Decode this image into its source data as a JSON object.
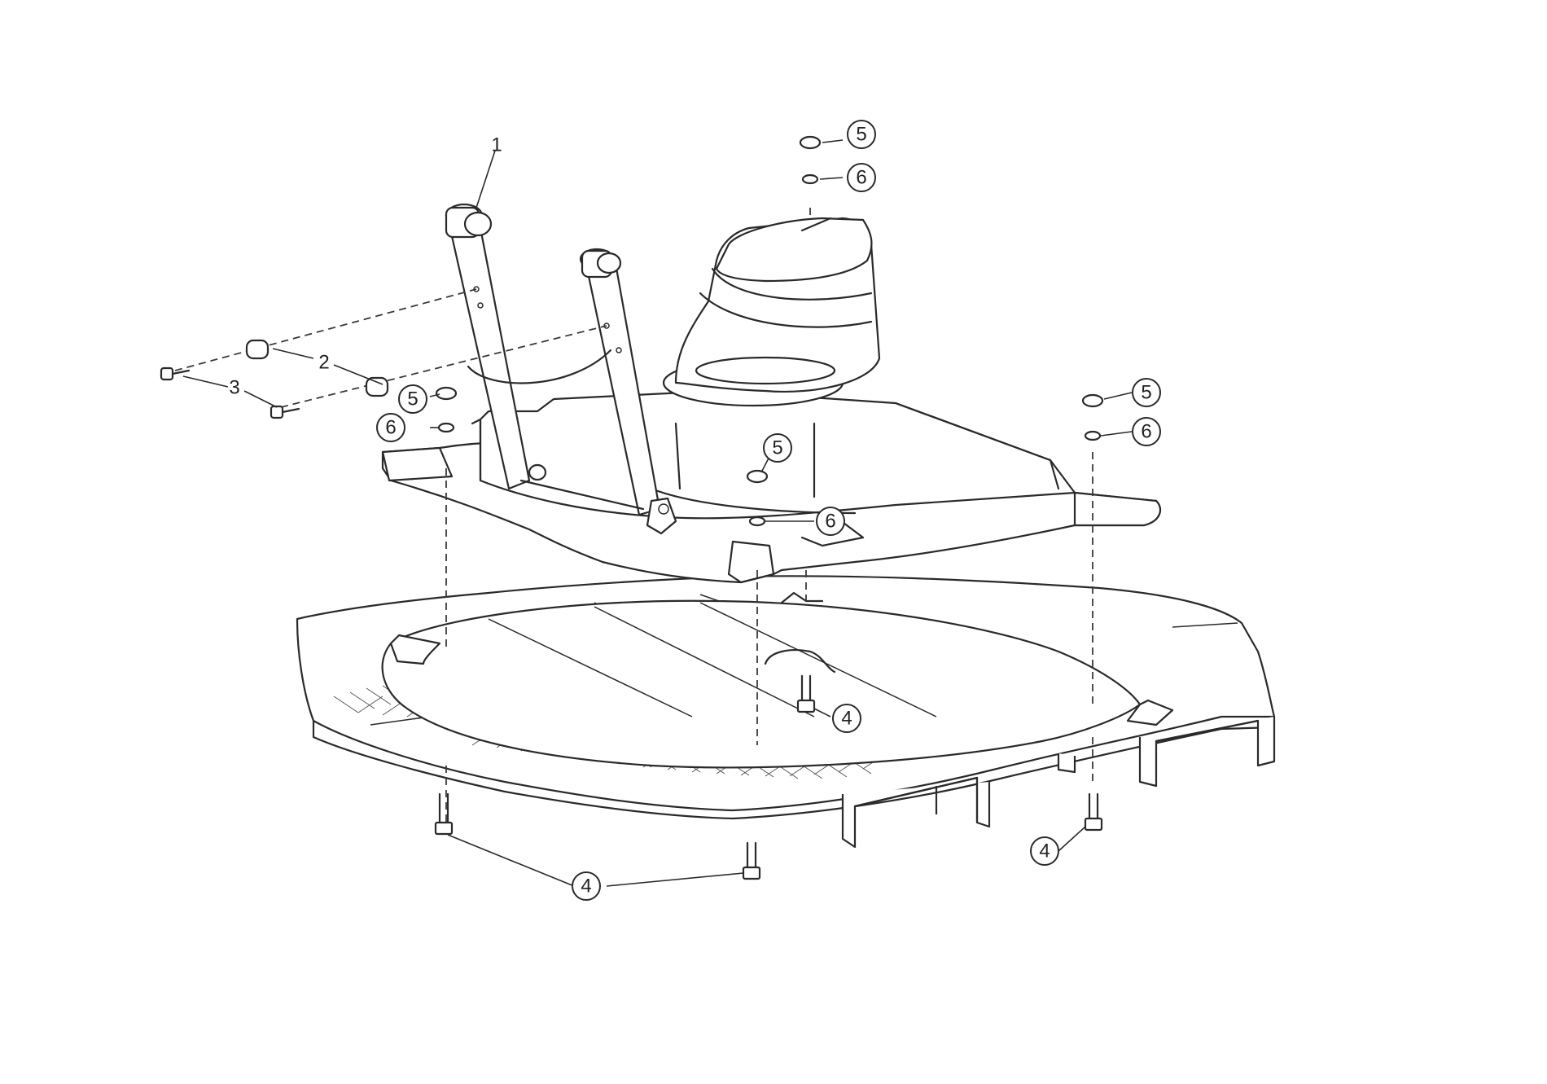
{
  "diagram": {
    "callouts": [
      {
        "id": "c1-part",
        "label": "1",
        "circled": false
      },
      {
        "id": "c2-spacer",
        "label": "2",
        "circled": false
      },
      {
        "id": "c3-screw",
        "label": "3",
        "circled": false
      },
      {
        "id": "c5-top",
        "label": "5",
        "circled": true
      },
      {
        "id": "c6-top",
        "label": "6",
        "circled": true
      },
      {
        "id": "c5-left",
        "label": "5",
        "circled": true
      },
      {
        "id": "c6-left",
        "label": "6",
        "circled": true
      },
      {
        "id": "c5-center",
        "label": "5",
        "circled": true
      },
      {
        "id": "c6-center",
        "label": "6",
        "circled": true
      },
      {
        "id": "c5-right",
        "label": "5",
        "circled": true
      },
      {
        "id": "c6-right",
        "label": "6",
        "circled": true
      },
      {
        "id": "c4-center",
        "label": "4",
        "circled": true
      },
      {
        "id": "c4-bottom",
        "label": "4",
        "circled": true
      },
      {
        "id": "c4-right",
        "label": "4",
        "circled": true
      }
    ]
  }
}
